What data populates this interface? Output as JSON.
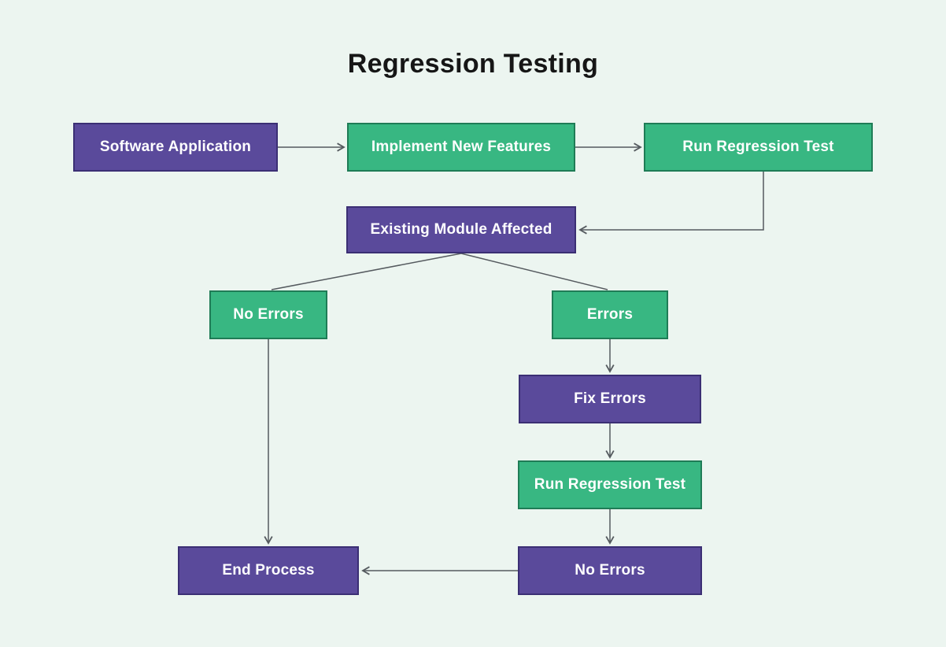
{
  "title": "Regression Testing",
  "colors": {
    "background": "#ecf5f0",
    "node_purple": "#5a4a9b",
    "node_purple_border": "#3b2f74",
    "node_green": "#38b782",
    "node_green_border": "#1f7c56",
    "arrow": "#555a5f",
    "text": "#ffffff",
    "title_text": "#161616"
  },
  "nodes": [
    {
      "id": "software-application",
      "label": "Software Application",
      "color": "purple"
    },
    {
      "id": "implement-new-features",
      "label": "Implement New Features",
      "color": "green"
    },
    {
      "id": "run-regression-test-top",
      "label": "Run Regression Test",
      "color": "green"
    },
    {
      "id": "existing-module-affected",
      "label": "Existing Module Affected",
      "color": "purple"
    },
    {
      "id": "no-errors-left",
      "label": "No Errors",
      "color": "green"
    },
    {
      "id": "errors",
      "label": "Errors",
      "color": "green"
    },
    {
      "id": "fix-errors",
      "label": "Fix Errors",
      "color": "purple"
    },
    {
      "id": "run-regression-test-mid",
      "label": "Run Regression Test",
      "color": "green"
    },
    {
      "id": "no-errors-bottom",
      "label": "No Errors",
      "color": "purple"
    },
    {
      "id": "end-process",
      "label": "End Process",
      "color": "purple"
    }
  ],
  "edges": [
    {
      "from": "software-application",
      "to": "implement-new-features"
    },
    {
      "from": "implement-new-features",
      "to": "run-regression-test-top"
    },
    {
      "from": "run-regression-test-top",
      "to": "existing-module-affected"
    },
    {
      "from": "existing-module-affected",
      "to": "no-errors-left"
    },
    {
      "from": "existing-module-affected",
      "to": "errors"
    },
    {
      "from": "errors",
      "to": "fix-errors"
    },
    {
      "from": "fix-errors",
      "to": "run-regression-test-mid"
    },
    {
      "from": "run-regression-test-mid",
      "to": "no-errors-bottom"
    },
    {
      "from": "no-errors-bottom",
      "to": "end-process"
    },
    {
      "from": "no-errors-left",
      "to": "end-process"
    }
  ]
}
